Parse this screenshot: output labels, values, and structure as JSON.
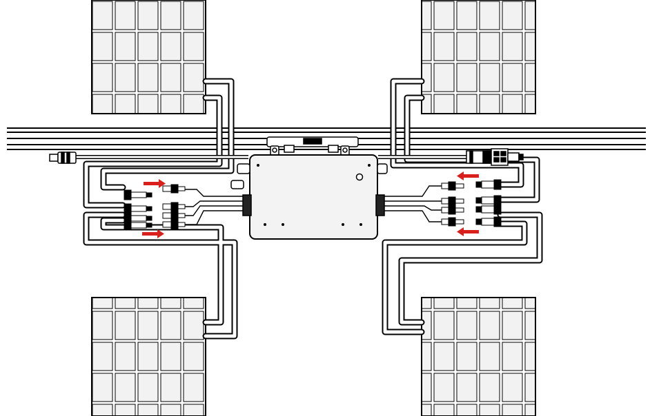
{
  "diagram": {
    "panel_count": 4,
    "inverter_count": 1,
    "connector_pairs": 4,
    "arrow_color": "#d9201c",
    "line_color": "#000000",
    "panel_fill": "#f2f2f2",
    "inverter_fill": "#f3f3f3"
  }
}
